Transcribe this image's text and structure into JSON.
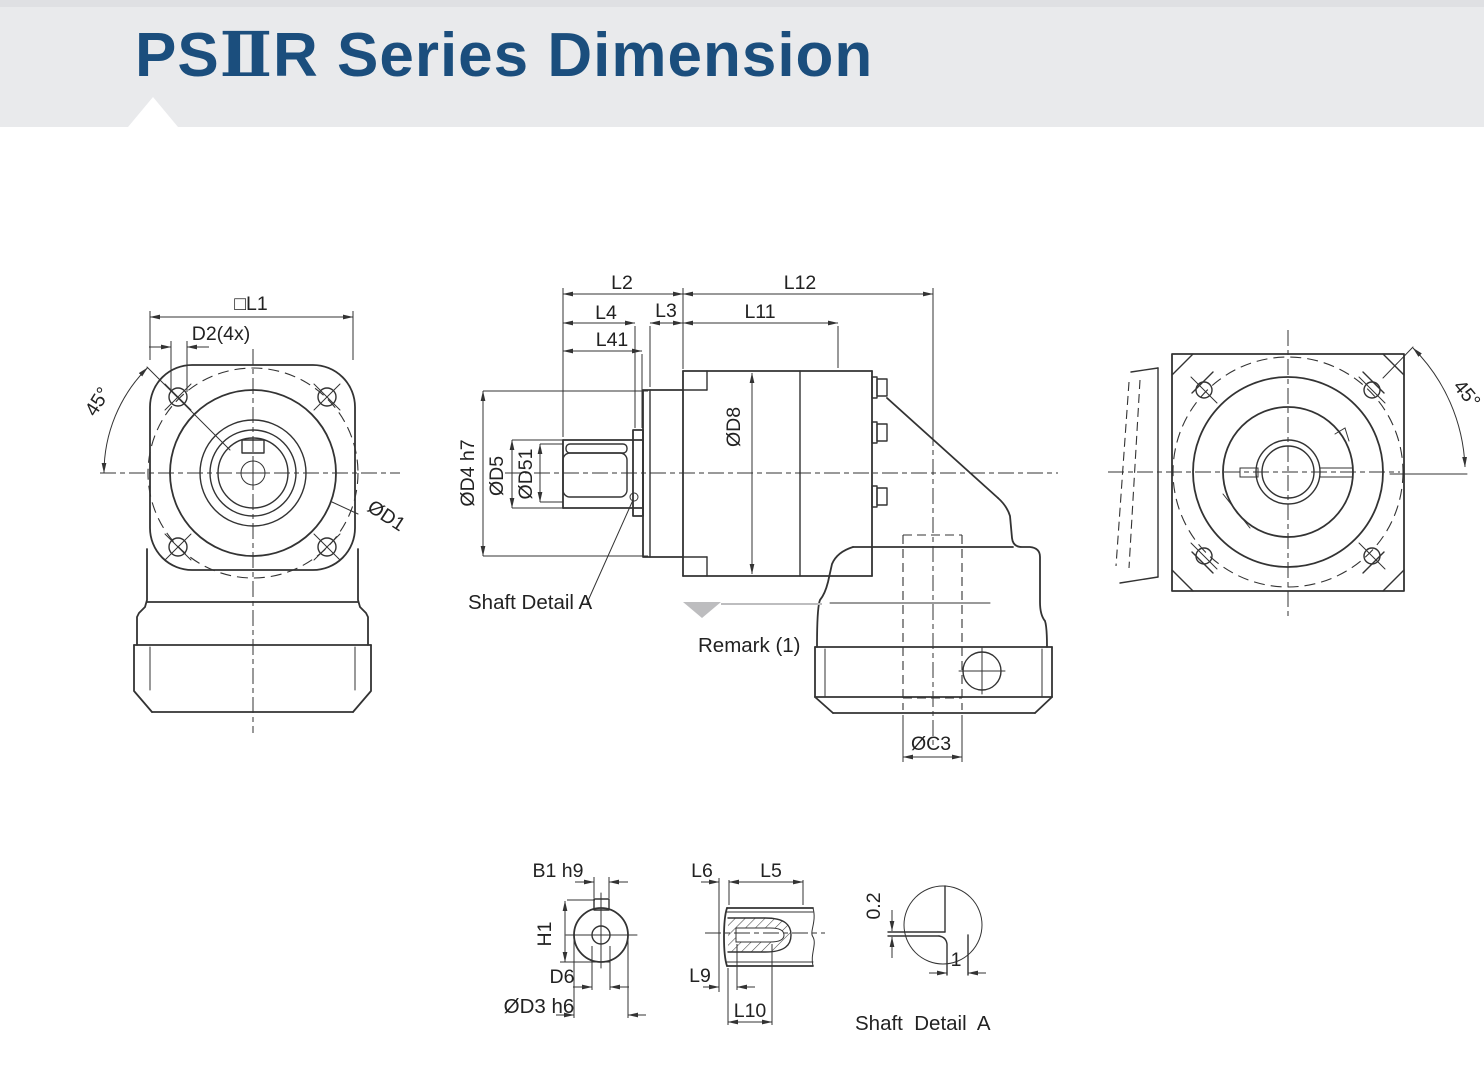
{
  "header": {
    "title_parts": [
      "PS",
      "Ⅱ",
      "R Series Dimension"
    ]
  },
  "front_view": {
    "l1": "□L1",
    "d2": "D2(4x)",
    "angle": "45°",
    "d1": "ØD1"
  },
  "side_view": {
    "l2": "L2",
    "l12": "L12",
    "l4": "L4",
    "l3": "L3",
    "l11": "L11",
    "l41": "L41",
    "d4": "ØD4 h7",
    "d5": "ØD5",
    "d51": "ØD51",
    "d8": "ØD8",
    "shaft_detail_ref": "Shaft Detail A",
    "remark": "Remark (1)",
    "c3": "ØC3"
  },
  "rear_view": {
    "angle": "45°"
  },
  "shaft_section": {
    "b1": "B1 h9",
    "h1": "H1",
    "d6": "D6",
    "d3": "ØD3 h6"
  },
  "key_section": {
    "l6": "L6",
    "l5": "L5",
    "l9": "L9",
    "l10": "L10"
  },
  "shaft_detail": {
    "step_depth": "0.2",
    "step_width": "1",
    "caption": "Shaft  Detail  A"
  },
  "colors": {
    "title": "#1b4e7d",
    "header_bg": "#e9eaec",
    "line": "#333333",
    "accent_gray": "#bdbdbf"
  }
}
